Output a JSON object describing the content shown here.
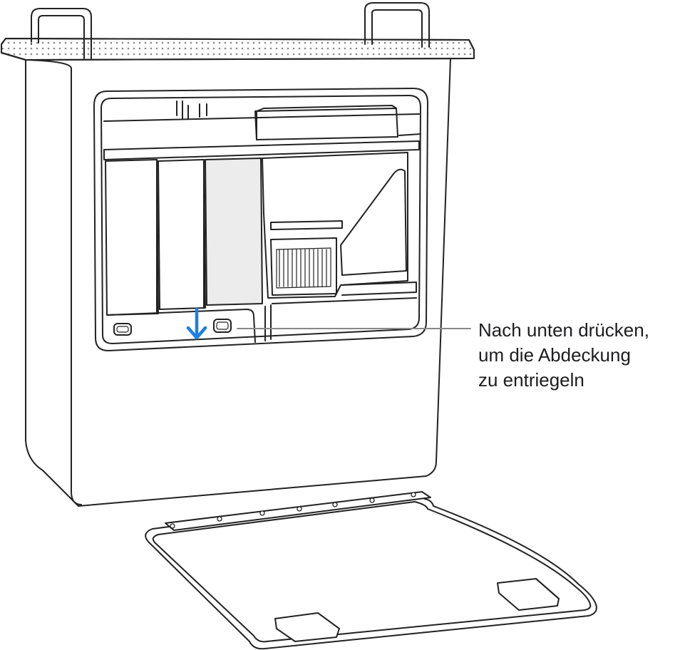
{
  "callout": {
    "lines": [
      "Nach unten drücken,",
      "um die Abdeckung",
      "zu entriegeln"
    ]
  },
  "colors": {
    "line": "#222222",
    "arrow": "#1b7fe6",
    "panel_fill": "#ececec",
    "background": "#ffffff"
  },
  "icons": [
    "down-arrow-icon",
    "latch-icon"
  ]
}
